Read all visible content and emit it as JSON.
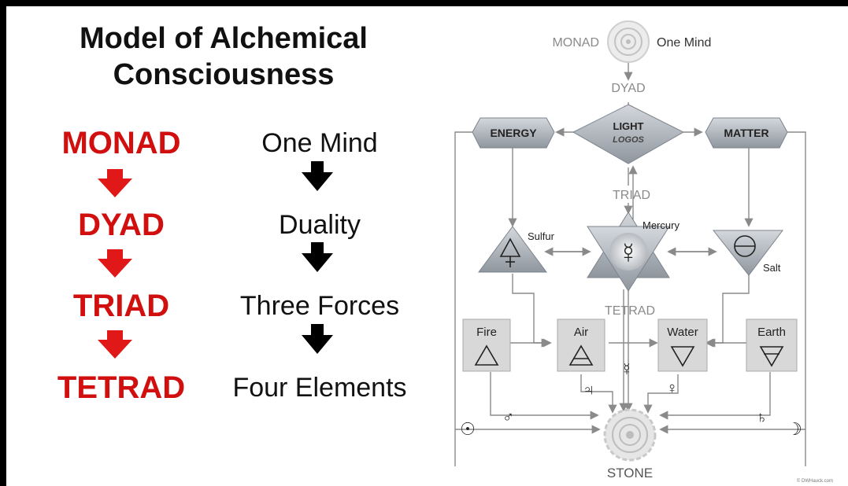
{
  "title": {
    "line1": "Model of Alchemical",
    "line2": "Consciousness"
  },
  "stages": [
    {
      "name": "MONAD",
      "meaning": "One Mind"
    },
    {
      "name": "DYAD",
      "meaning": "Duality"
    },
    {
      "name": "TRIAD",
      "meaning": "Three Forces"
    },
    {
      "name": "TETRAD",
      "meaning": "Four Elements"
    }
  ],
  "diagram": {
    "monad_label": "MONAD",
    "one_mind_label": "One Mind",
    "dyad_label": "DYAD",
    "energy_label": "ENERGY",
    "light_label": "LIGHT",
    "logos_label": "LOGOS",
    "matter_label": "MATTER",
    "triad_label": "TRIAD",
    "sulfur_label": "Sulfur",
    "mercury_label": "Mercury",
    "salt_label": "Salt",
    "tetrad_label": "TETRAD",
    "fire_label": "Fire",
    "air_label": "Air",
    "water_label": "Water",
    "earth_label": "Earth",
    "stone_label": "STONE",
    "symbols": {
      "mars": "♂",
      "jupiter": "♃",
      "mercury": "☿",
      "venus": "♀",
      "saturn": "♄",
      "sun": "☉",
      "moon": "☽"
    },
    "credit": "© DWHauck.com"
  },
  "colors": {
    "stage_red": "#d10f0f",
    "arrow_red": "#e01818",
    "arrow_black": "#000000",
    "line_gray": "#8a8a8a",
    "box_gray": "#d8d8d8"
  }
}
